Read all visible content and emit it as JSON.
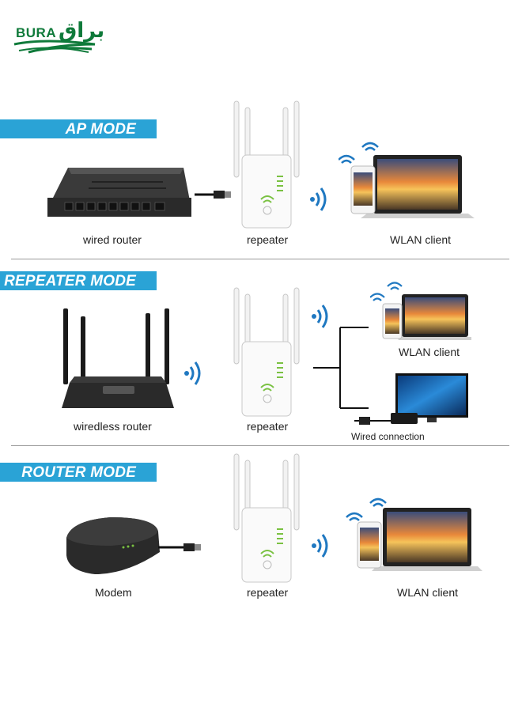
{
  "brand": {
    "latin": "BURA",
    "arabic": "براق"
  },
  "sections": [
    {
      "title": "AP MODE",
      "source_label": "wired router",
      "middle_label": "repeater",
      "client_label": "WLAN client"
    },
    {
      "title": "REPEATER MODE",
      "source_label": "wiredless router",
      "middle_label": "repeater",
      "client_label": "WLAN client",
      "wired_label": "Wired connection"
    },
    {
      "title": "ROUTER MODE",
      "source_label": "Modem",
      "middle_label": "repeater",
      "client_label": "WLAN client"
    }
  ],
  "colors": {
    "banner": "#2aa3d6",
    "wave": "#1f78c1",
    "brand": "#0f7a3a"
  },
  "icons": [
    "wifi-waves-icon",
    "ethernet-plug-icon",
    "repeater-device",
    "laptop-icon",
    "phone-icon",
    "tv-icon"
  ]
}
